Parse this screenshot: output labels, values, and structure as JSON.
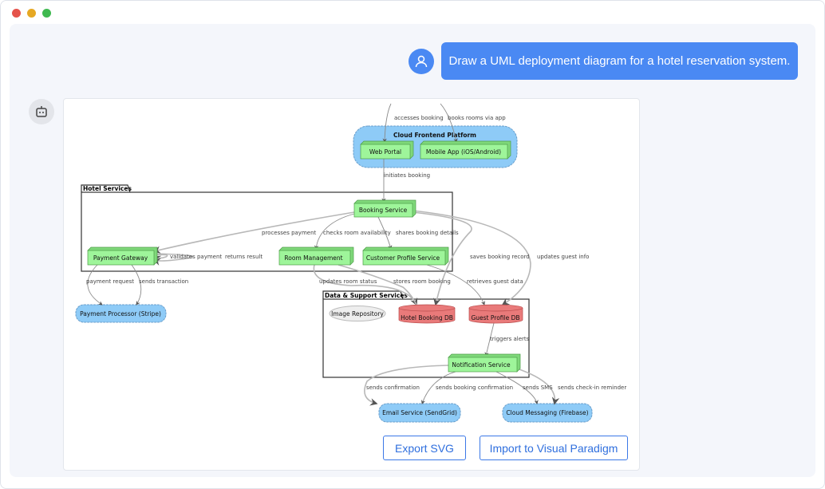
{
  "window": {
    "controls": {
      "close_color": "#e5534b",
      "minimize_color": "#e6a823",
      "maximize_color": "#3fb950"
    }
  },
  "chat": {
    "user_message": "Draw a UML deployment diagram for a hotel reservation system.",
    "user_avatar_icon": "user-icon",
    "bot_avatar_icon": "robot-icon"
  },
  "diagram": {
    "clouds": {
      "frontend": "Cloud Frontend Platform",
      "payment_processor": "Payment Processor (Stripe)",
      "email": "Email Service (SendGrid)",
      "messaging": "Cloud Messaging (Firebase)"
    },
    "packages": {
      "hotel": "Hotel Services",
      "data": "Data & Support Services"
    },
    "nodes": {
      "web_portal": "Web Portal",
      "mobile_app": "Mobile App (iOS/Android)",
      "booking_service": "Booking Service",
      "payment_gateway": "Payment Gateway",
      "room_management": "Room Management",
      "customer_profile": "Customer Profile Service",
      "notification_service": "Notification Service",
      "image_repository": "Image Repository",
      "hotel_booking_db": "Hotel Booking DB",
      "guest_profile_db": "Guest Profile DB"
    },
    "edges": {
      "accesses_booking": "accesses booking",
      "books_rooms": "books rooms via app",
      "initiates_booking": "initiates booking",
      "processes_payment": "processes payment",
      "checks_room": "checks room availability",
      "shares_booking": "shares booking details",
      "validates_payment": "validates payment",
      "returns_result": "returns result",
      "saves_booking": "saves booking record",
      "updates_guest": "updates guest info",
      "payment_request": "payment request",
      "sends_transaction": "sends transaction",
      "updates_room": "updates room status",
      "stores_room": "stores room booking",
      "retrieves_guest": "retrieves guest data",
      "triggers_alerts": "triggers alerts",
      "sends_confirmation": "sends confirmation",
      "sends_booking_confirmation": "sends booking confirmation",
      "sends_sms": "sends SMS",
      "sends_checkin": "sends check-in reminder"
    },
    "colors": {
      "node": "#9ef59a",
      "cloud": "#8ecbf7",
      "database": "#e97a7a",
      "artifact": "#eeeeee"
    }
  },
  "actions": {
    "export_svg": "Export SVG",
    "import_vp": "Import to Visual Paradigm"
  }
}
